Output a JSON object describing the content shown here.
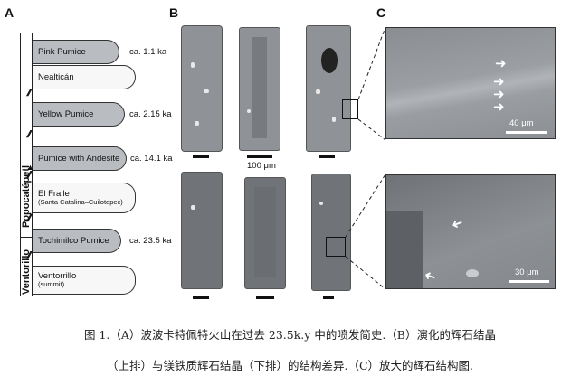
{
  "panels": {
    "a": "A",
    "b": "B",
    "c": "C"
  },
  "stratigraphy": {
    "volcano_label": "Popocatépetl",
    "base_label": "Ventorillo",
    "units": [
      {
        "name": "Pink Pumice",
        "age": "ca. 1.1 ka",
        "style": "gray"
      },
      {
        "name": "Nealticán",
        "age": "",
        "style": "white"
      },
      {
        "name": "Yellow Pumice",
        "age": "ca. 2.15 ka",
        "style": "gray"
      },
      {
        "name": "Pumice with Andesite",
        "age": "ca. 14.1 ka",
        "style": "gray"
      },
      {
        "name": "El Fraile",
        "sub": "(Santa Catalina–Cuilotepec)",
        "age": "",
        "style": "white"
      },
      {
        "name": "Tochimilco Pumice",
        "age": "ca. 23.5 ka",
        "style": "gray"
      },
      {
        "name": "Ventorrillo",
        "sub": "(summit)",
        "age": "",
        "style": "white"
      }
    ]
  },
  "crystals": {
    "scale_label": "100 μm"
  },
  "zoom_insets": [
    {
      "scale_label": "40 μm",
      "arrow_count": 4
    },
    {
      "scale_label": "30 μm",
      "arrow_count": 2
    }
  ],
  "caption": {
    "line1": "图 1.（A）波波卡特佩特火山在过去 23.5k.y 中的喷发简史.（B）演化的辉石结晶",
    "line2": "（上排）与镁铁质辉石结晶（下排）的结构差异.（C）放大的辉石结构图."
  }
}
